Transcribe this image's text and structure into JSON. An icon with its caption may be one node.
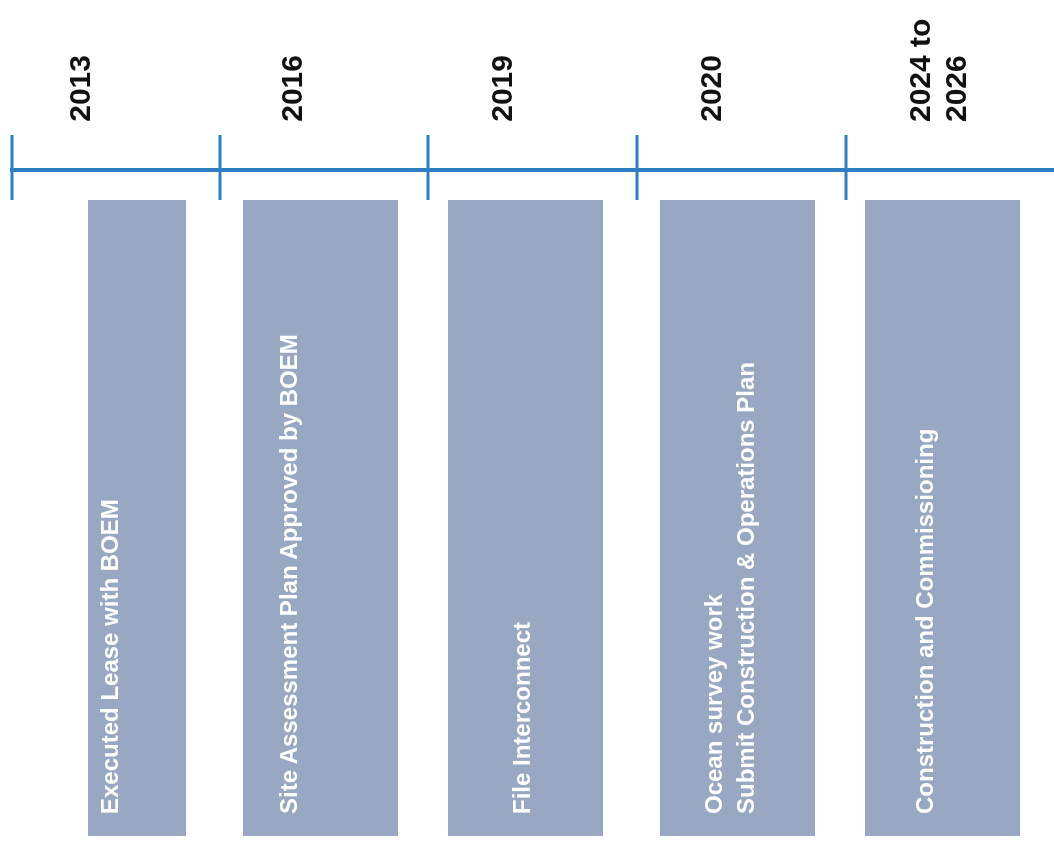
{
  "diagram": {
    "nodes": [
      {
        "text": [
          "Executed Lease with BOEM"
        ],
        "beside": [
          "2013"
        ]
      },
      {
        "text": [
          "Site Assessment Plan Approved by BOEM"
        ],
        "beside": [
          "2016"
        ]
      },
      {
        "text": [
          "File Interconnect"
        ],
        "beside": [
          "2019"
        ]
      },
      {
        "text": [
          "Ocean survey work",
          "Submit Construction & Operations Plan"
        ],
        "beside": [
          "2020"
        ]
      },
      {
        "text": [
          "Construction and Commissioning"
        ],
        "beside": [
          "2024 to 2026"
        ]
      }
    ],
    "edges": []
  }
}
